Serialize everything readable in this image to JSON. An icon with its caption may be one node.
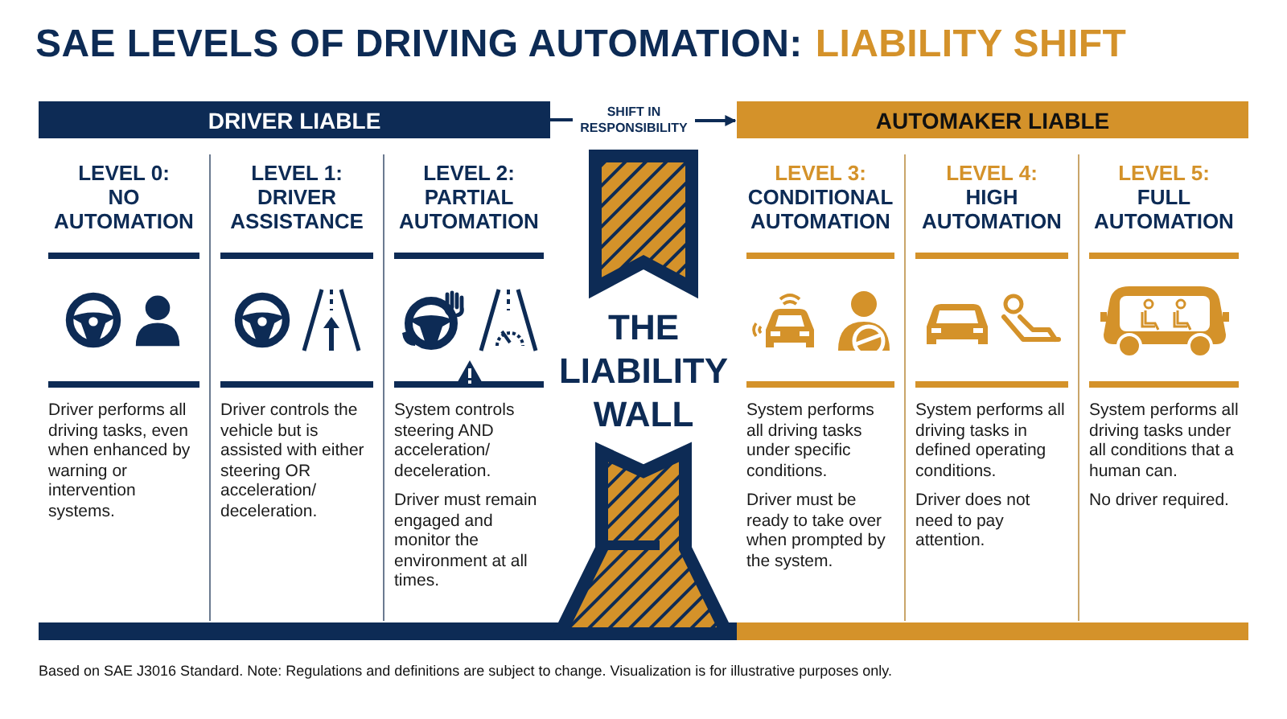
{
  "diagram": {
    "title": "SAE LEVELS OF DRIVING AUTOMATION:",
    "caption": "Based on SAE J3016 Standard. Note: Regulations and definitions are subject to change. Visualization is for illustrative purposes only.",
    "nodes": [
      {
        "text": [
          "DRIVER LIABLE"
        ]
      },
      {
        "text": [
          "SHIFT IN RESPONSIBILITY"
        ]
      },
      {
        "text": [
          "AUTOMAKER LIABLE"
        ]
      },
      {
        "text": [
          "LEVEL 0:",
          "NO AUTOMATION",
          "Driver performs all driving tasks, even when enhanced by warning or intervention systems."
        ]
      },
      {
        "text": [
          "LEVEL 1:",
          "DRIVER ASSISTANCE",
          "Driver controls the vehicle but is assisted with either steering OR acceleration/ deceleration."
        ]
      },
      {
        "text": [
          "LEVEL 2:",
          "PARTIAL AUTOMATION",
          "System controls steering AND acceleration/ deceleration.",
          "Driver must remain engaged and monitor the environment at all times."
        ]
      },
      {
        "text": [
          "THE LIABILITY WALL"
        ]
      },
      {
        "text": [
          "LEVEL 3:",
          "CONDITIONAL AUTOMATION",
          "System performs all driving tasks under specific conditions.",
          "Driver must be ready to take over when prompted by the system."
        ]
      },
      {
        "text": [
          "LEVEL 4:",
          "HIGH AUTOMATION",
          "System performs all driving tasks in defined operating conditions.",
          "Driver does not need to pay attention."
        ]
      },
      {
        "text": [
          "LEVEL 5:",
          "FULL AUTOMATION",
          "System performs all driving tasks under all conditions that a human can.",
          "No driver required."
        ]
      }
    ],
    "edges": [
      {
        "from": 0,
        "to": 1,
        "arrow": "none"
      },
      {
        "from": 1,
        "to": 2,
        "arrow": "to"
      }
    ],
    "labels": [
      "LIABILITY SHIFT"
    ]
  }
}
